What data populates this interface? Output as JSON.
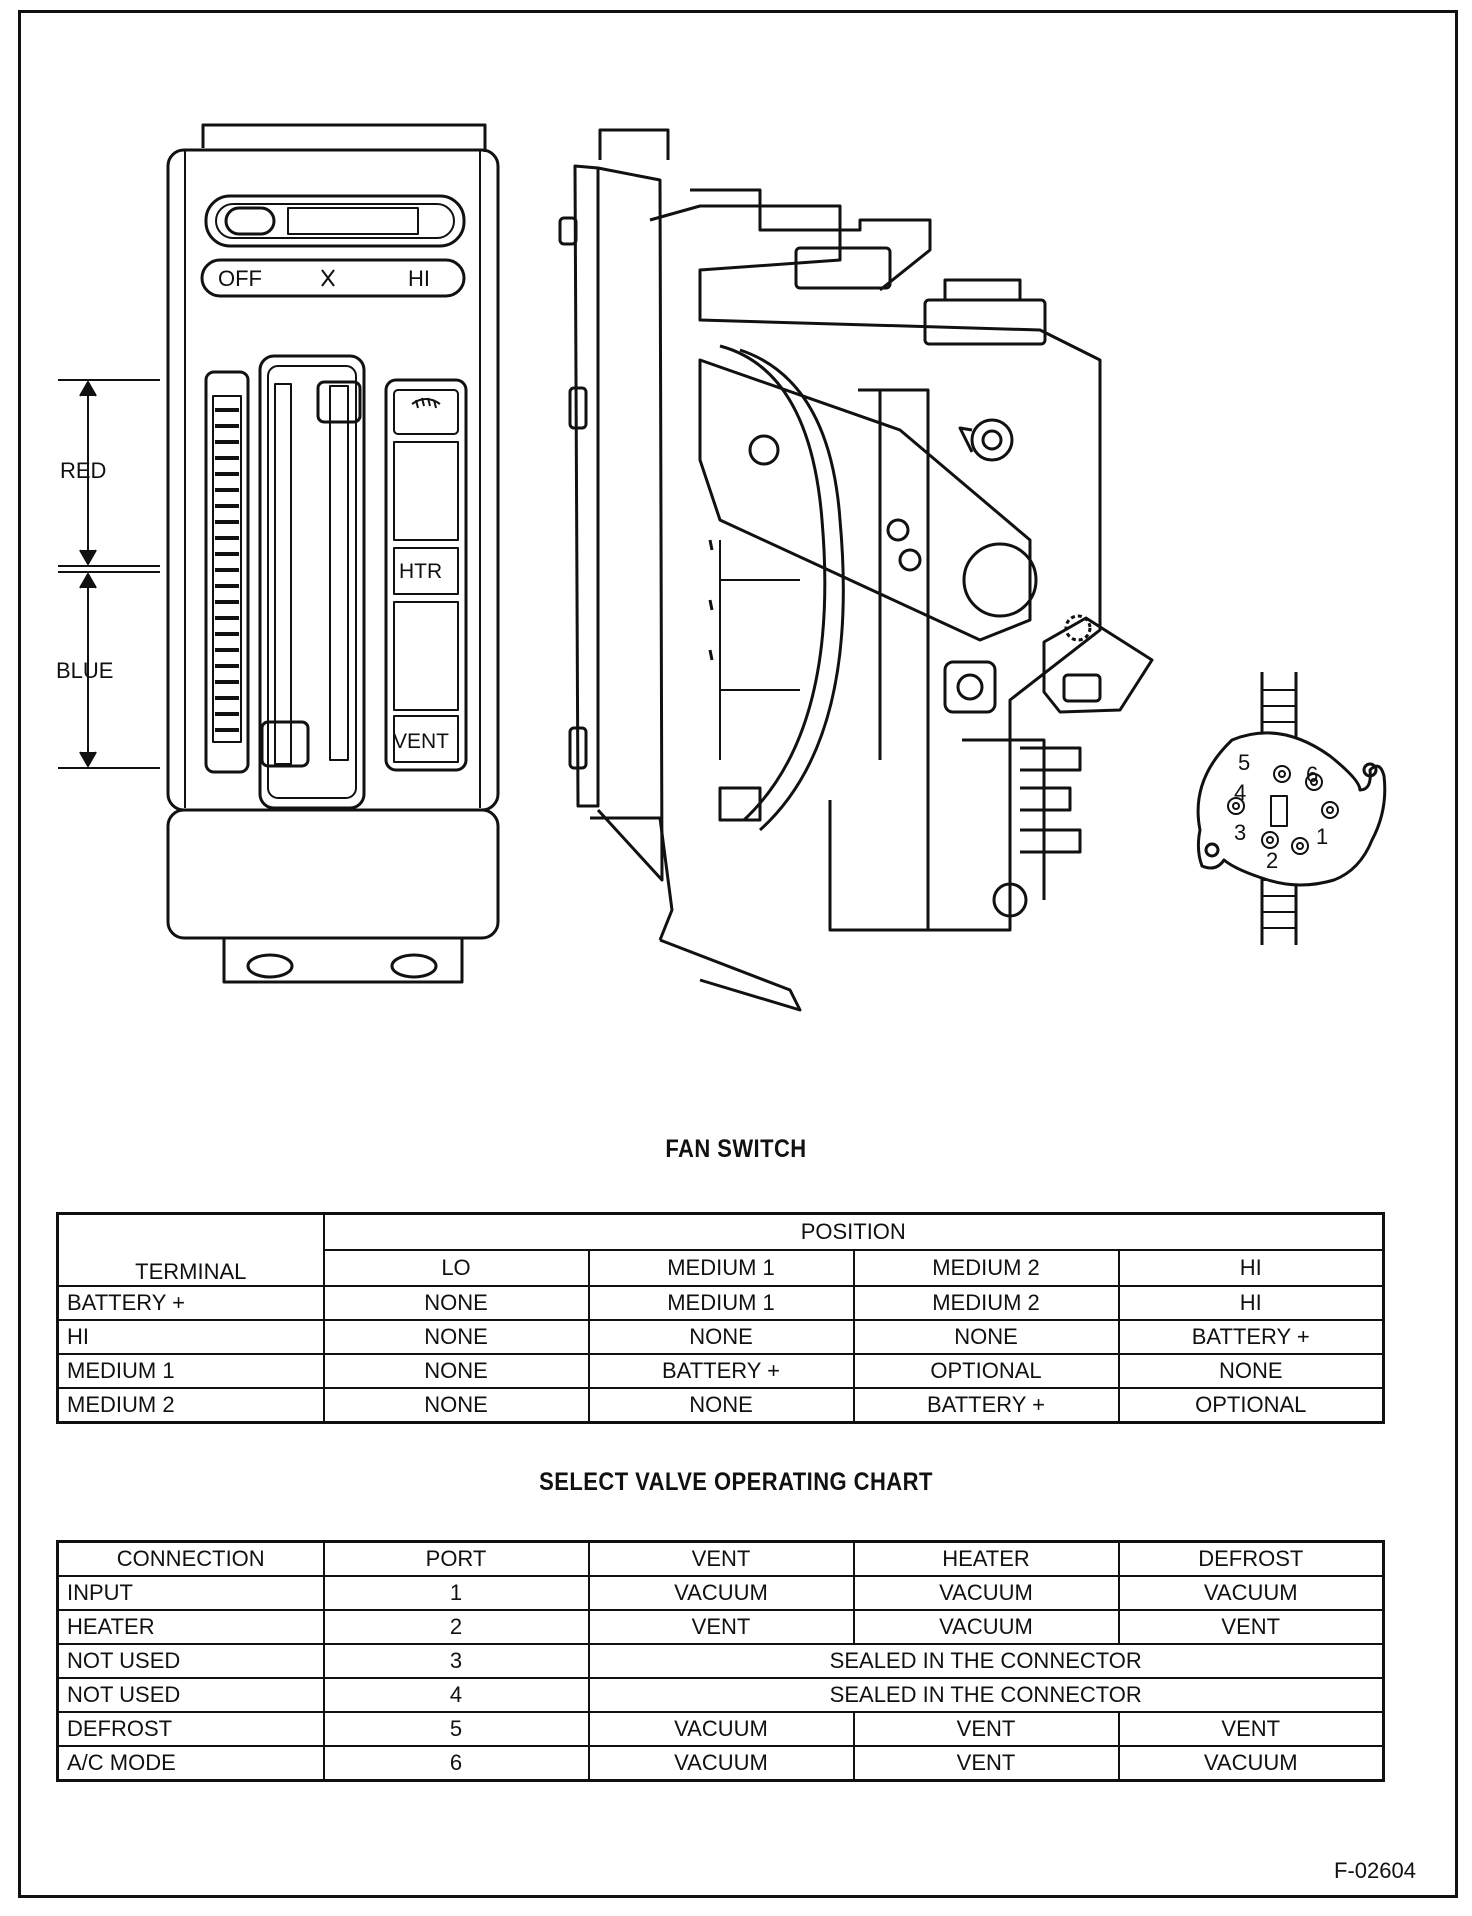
{
  "diagram": {
    "dim_labels": {
      "red": "RED",
      "blue": "BLUE"
    },
    "control_panel": {
      "fan_off": "OFF",
      "fan_hi": "HI",
      "btn_htr": "HTR",
      "btn_vent": "VENT"
    },
    "connector_pins": [
      "1",
      "2",
      "3",
      "4",
      "5",
      "6"
    ]
  },
  "fan_switch": {
    "title": "FAN SWITCH",
    "position_header": "POSITION",
    "terminal_header": "TERMINAL",
    "positions": [
      "LO",
      "MEDIUM 1",
      "MEDIUM 2",
      "HI"
    ],
    "rows": [
      {
        "terminal": "BATTERY +",
        "cells": [
          "NONE",
          "MEDIUM 1",
          "MEDIUM 2",
          "HI"
        ]
      },
      {
        "terminal": "HI",
        "cells": [
          "NONE",
          "NONE",
          "NONE",
          "BATTERY +"
        ]
      },
      {
        "terminal": "MEDIUM 1",
        "cells": [
          "NONE",
          "BATTERY +",
          "OPTIONAL",
          "NONE"
        ]
      },
      {
        "terminal": "MEDIUM 2",
        "cells": [
          "NONE",
          "NONE",
          "BATTERY +",
          "OPTIONAL"
        ]
      }
    ]
  },
  "select_valve": {
    "title": "SELECT VALVE OPERATING CHART",
    "headers": [
      "CONNECTION",
      "PORT",
      "VENT",
      "HEATER",
      "DEFROST"
    ],
    "rows": [
      {
        "connection": "INPUT",
        "port": "1",
        "vent": "VACUUM",
        "heater": "VACUUM",
        "defrost": "VACUUM"
      },
      {
        "connection": "HEATER",
        "port": "2",
        "vent": "VENT",
        "heater": "VACUUM",
        "defrost": "VENT"
      },
      {
        "connection": "NOT USED",
        "port": "3",
        "merged": "SEALED IN THE CONNECTOR"
      },
      {
        "connection": "NOT USED",
        "port": "4",
        "merged": "SEALED IN THE CONNECTOR"
      },
      {
        "connection": "DEFROST",
        "port": "5",
        "vent": "VACUUM",
        "heater": "VENT",
        "defrost": "VENT"
      },
      {
        "connection": "A/C MODE",
        "port": "6",
        "vent": "VACUUM",
        "heater": "VENT",
        "defrost": "VACUUM"
      }
    ]
  },
  "figure_id": "F-02604"
}
